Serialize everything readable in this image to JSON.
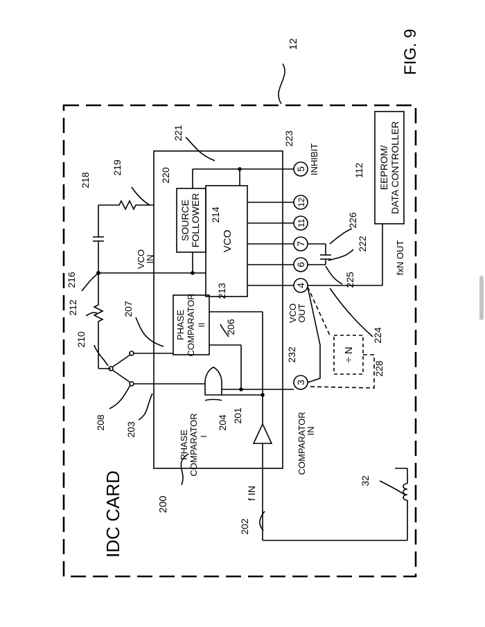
{
  "figure": {
    "fig_label": "FIG. 9",
    "card_title": "IDC CARD",
    "blocks": {
      "phase_comparator_1": [
        "PHASE",
        "COMPARATOR",
        "I"
      ],
      "phase_comparator_2": [
        "PHASE",
        "COMPARATOR",
        "II"
      ],
      "source_follower": [
        "SOURCE",
        "FOLLOWER"
      ],
      "vco": "VCO",
      "divide_n": "÷ N",
      "eeprom": [
        "EEPROM/",
        "DATA CONTROLLER"
      ]
    },
    "signals": {
      "f_in": "f IN",
      "vco_in": [
        "VCO",
        "IN"
      ],
      "vco_out": [
        "VCO",
        "OUT"
      ],
      "comparator_in": [
        "COMPARATOR",
        "IN"
      ],
      "inhibit": "INHIBIT",
      "fxn_out": "fxN OUT"
    },
    "pins": [
      "3",
      "4",
      "6",
      "7",
      "11",
      "12",
      "5"
    ],
    "refs": {
      "r12": "12",
      "r32": "32",
      "r112": "112",
      "r200": "200",
      "r201": "201",
      "r202": "202",
      "r203": "203",
      "r204": "204",
      "r206": "206",
      "r207": "207",
      "r208": "208",
      "r210": "210",
      "r212": "212",
      "r213": "213",
      "r214": "214",
      "r216": "216",
      "r218": "218",
      "r219": "219",
      "r220": "220",
      "r221": "221",
      "r222": "222",
      "r223": "223",
      "r224": "224",
      "r225": "225",
      "r226": "226",
      "r228": "228",
      "r232": "232"
    }
  }
}
